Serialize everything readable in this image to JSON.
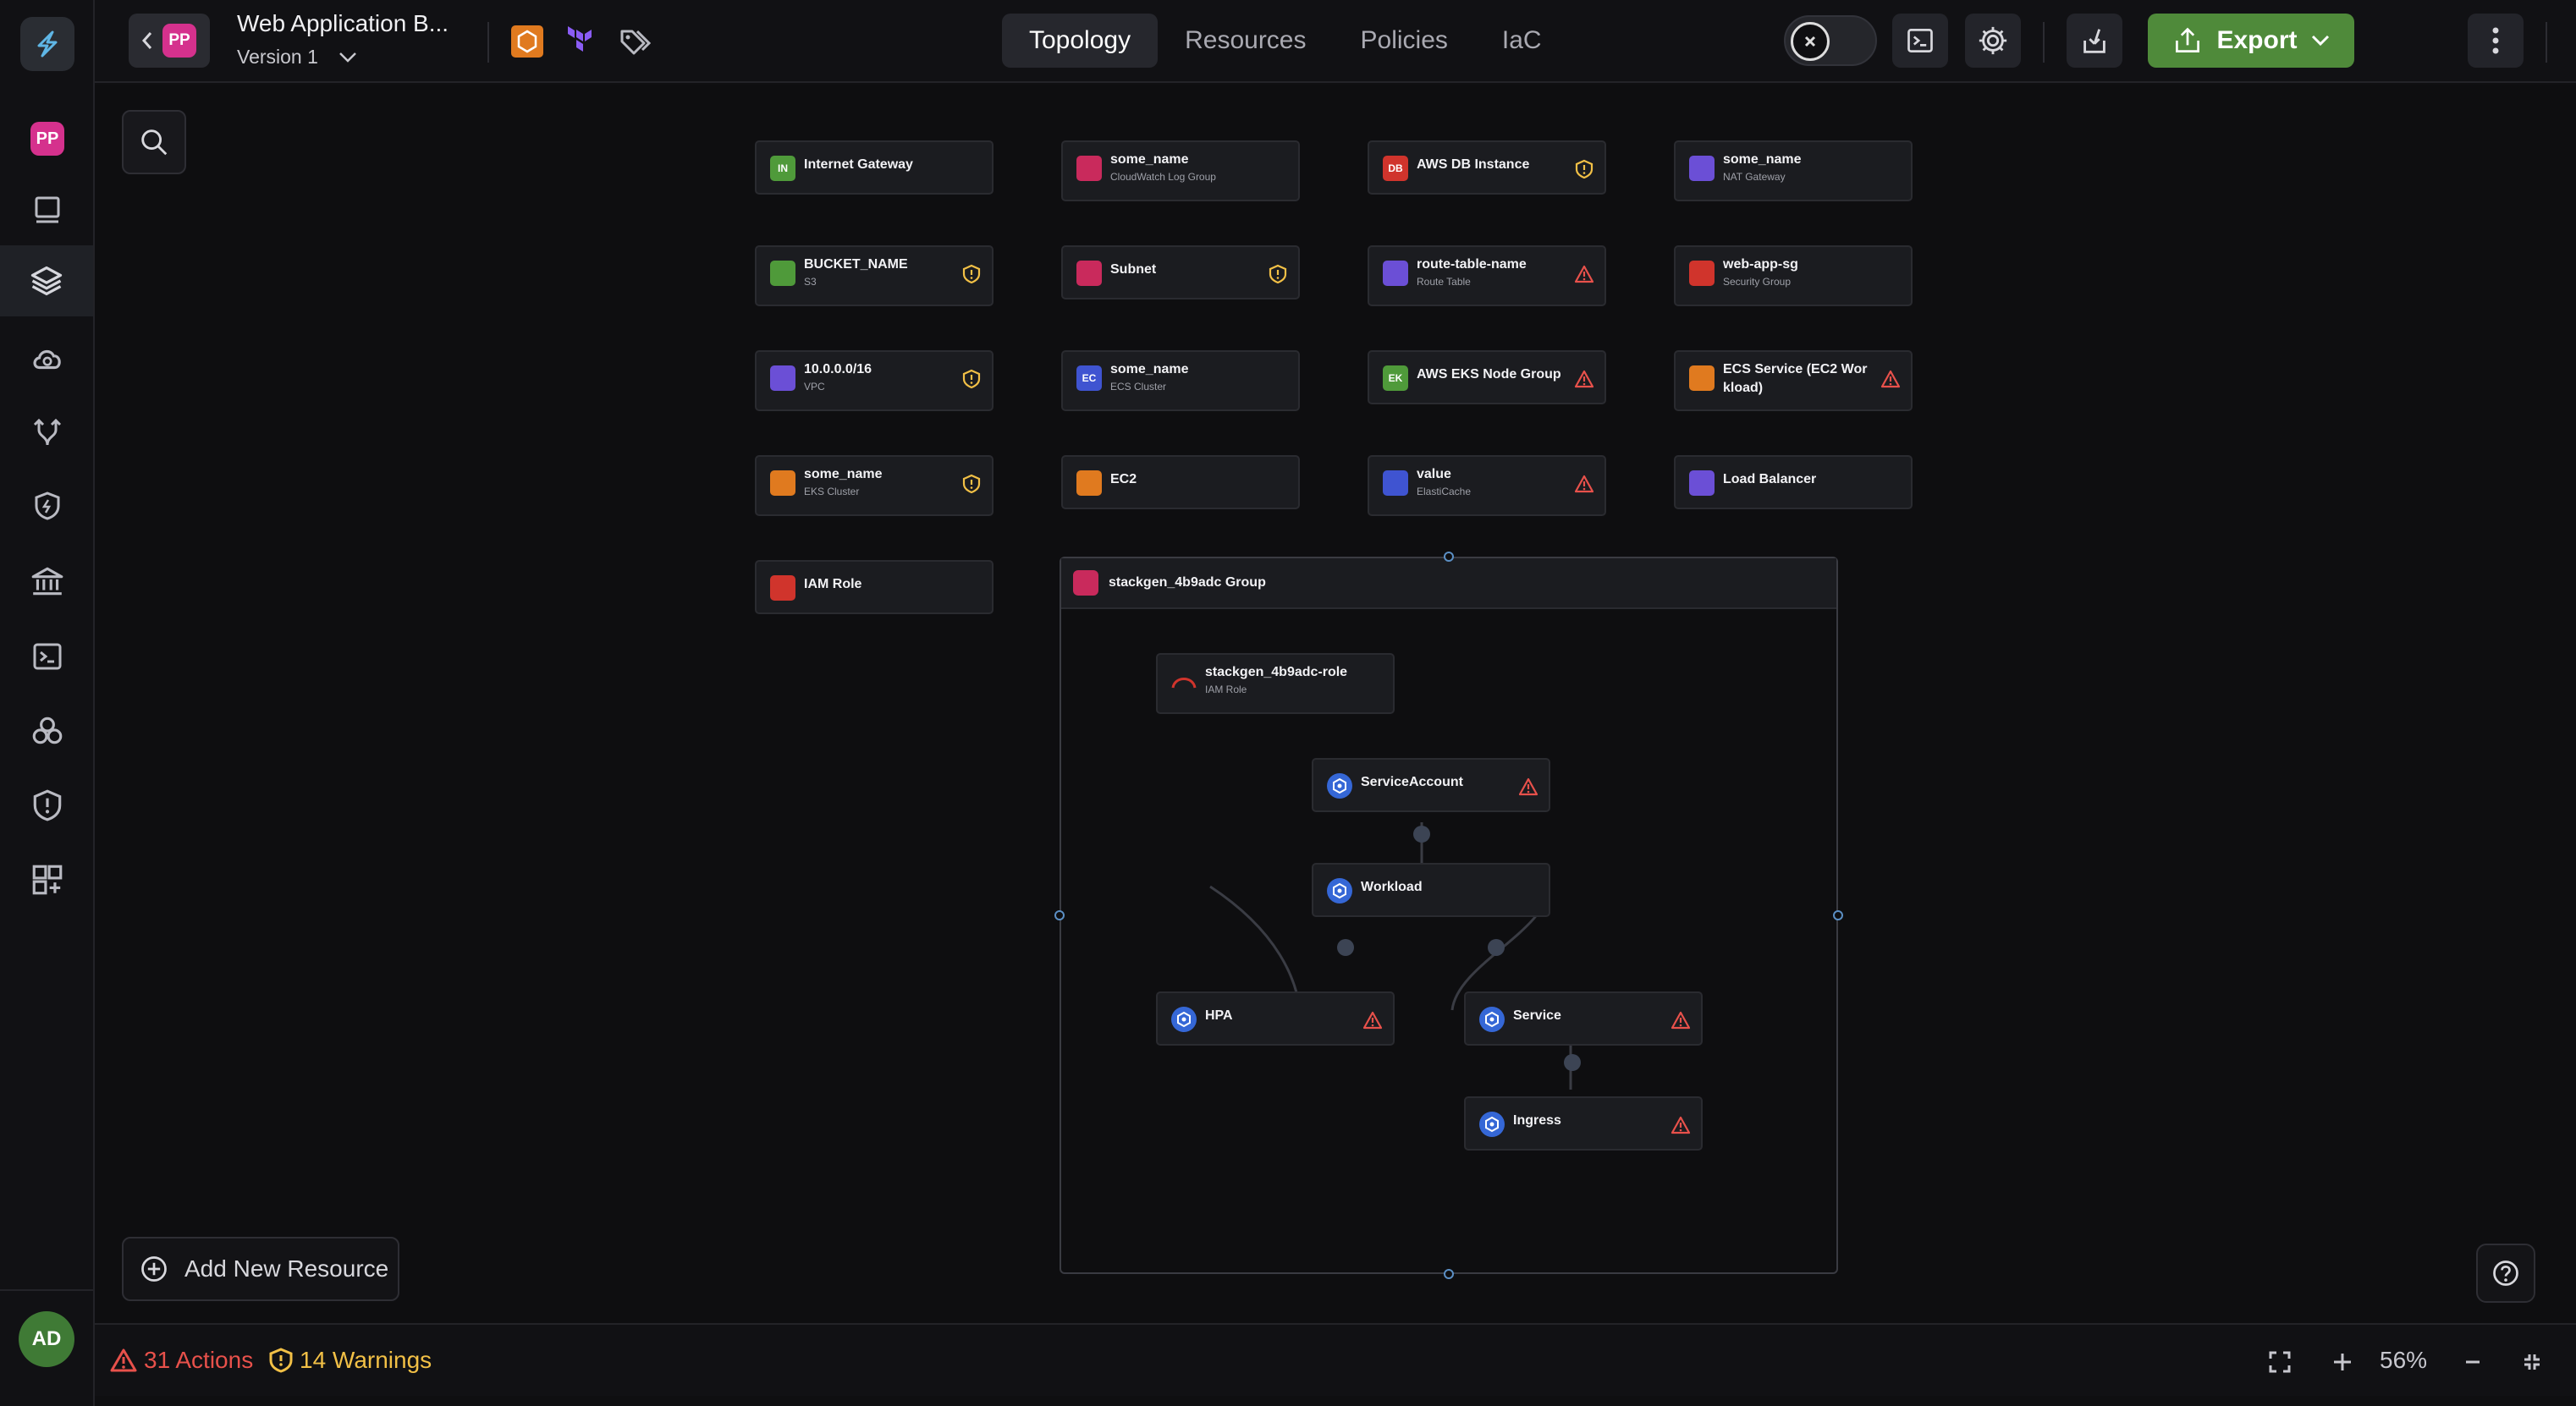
{
  "rail": {
    "logo": "stackgen-logo-icon",
    "project_badge": "PP",
    "items": [
      {
        "icon": "blueprint-icon"
      },
      {
        "icon": "layers-icon"
      },
      {
        "icon": "cloud-icon"
      },
      {
        "icon": "branch-icon"
      },
      {
        "icon": "policy-shield-icon"
      },
      {
        "icon": "bank-icon"
      },
      {
        "icon": "terminal-icon"
      },
      {
        "icon": "modules-icon"
      },
      {
        "icon": "shield-alert-icon"
      },
      {
        "icon": "add-grid-icon"
      }
    ],
    "avatar": "AD"
  },
  "header": {
    "back_badge": "PP",
    "project_title": "Web Application B...",
    "version_label": "Version 1",
    "tabs": [
      {
        "label": "Topology",
        "active": true
      },
      {
        "label": "Resources",
        "active": false
      },
      {
        "label": "Policies",
        "active": false
      },
      {
        "label": "IaC",
        "active": false
      }
    ],
    "export_label": "Export"
  },
  "canvas": {
    "add_resource_label": "Add New Resource",
    "nodes": [
      {
        "id": "internet-gateway",
        "name": "Internet Gateway",
        "sub": "",
        "icon_text": "IN",
        "icon_color": "#4f9a3a",
        "status": "none"
      },
      {
        "id": "cloudwatch-log-group",
        "name": "some_name",
        "sub": "CloudWatch Log Group",
        "icon_text": "",
        "icon_color": "#c92a5c",
        "status": "none"
      },
      {
        "id": "aws-db-instance",
        "name": "AWS DB Instance",
        "sub": "",
        "icon_text": "DB",
        "icon_color": "#d0342c",
        "status": "warning"
      },
      {
        "id": "nat-gateway",
        "name": "some_name",
        "sub": "NAT Gateway",
        "icon_text": "",
        "icon_color": "#6b4fd6",
        "status": "none"
      },
      {
        "id": "s3-bucket",
        "name": "BUCKET_NAME",
        "sub": "S3",
        "icon_text": "",
        "icon_color": "#4f9a3a",
        "status": "warning"
      },
      {
        "id": "subnet",
        "name": "Subnet",
        "sub": "",
        "icon_text": "",
        "icon_color": "#c92a5c",
        "status": "warning"
      },
      {
        "id": "route-table",
        "name": "route-table-name",
        "sub": "Route Table",
        "icon_text": "",
        "icon_color": "#6b4fd6",
        "status": "action"
      },
      {
        "id": "security-group",
        "name": "web-app-sg",
        "sub": "Security Group",
        "icon_text": "",
        "icon_color": "#d0342c",
        "status": "none"
      },
      {
        "id": "vpc",
        "name": "10.0.0.0/16",
        "sub": "VPC",
        "icon_text": "",
        "icon_color": "#6b4fd6",
        "status": "warning"
      },
      {
        "id": "ecs-cluster",
        "name": "some_name",
        "sub": "ECS Cluster",
        "icon_text": "EC",
        "icon_color": "#3f54d1",
        "status": "none"
      },
      {
        "id": "eks-node-group",
        "name": "AWS EKS Node Group",
        "sub": "",
        "icon_text": "EK",
        "icon_color": "#4f9a3a",
        "status": "action"
      },
      {
        "id": "ecs-service",
        "name": "ECS Service (EC2 Wor",
        "name2": "kload)",
        "sub": "",
        "icon_text": "",
        "icon_color": "#e07a1f",
        "status": "action"
      },
      {
        "id": "eks-cluster",
        "name": "some_name",
        "sub": "EKS Cluster",
        "icon_text": "",
        "icon_color": "#e07a1f",
        "status": "warning"
      },
      {
        "id": "ec2",
        "name": "EC2",
        "sub": "",
        "icon_text": "",
        "icon_color": "#e07a1f",
        "status": "none"
      },
      {
        "id": "elasticache",
        "name": "value",
        "sub": "ElastiCache",
        "icon_text": "",
        "icon_color": "#3f54d1",
        "status": "action"
      },
      {
        "id": "load-balancer",
        "name": "Load Balancer",
        "sub": "",
        "icon_text": "",
        "icon_color": "#6b4fd6",
        "status": "none"
      },
      {
        "id": "iam-role",
        "name": "IAM Role",
        "sub": "",
        "icon_text": "",
        "icon_color": "#d0342c",
        "status": "none"
      }
    ],
    "group": {
      "title": "stackgen_4b9adc Group",
      "nodes": [
        {
          "id": "group-iam-role",
          "name": "stackgen_4b9adc-role",
          "sub": "IAM Role",
          "status": "none"
        },
        {
          "id": "service-account",
          "name": "ServiceAccount",
          "sub": "",
          "status": "action"
        },
        {
          "id": "workload",
          "name": "Workload",
          "sub": "",
          "status": "none"
        },
        {
          "id": "hpa",
          "name": "HPA",
          "sub": "",
          "status": "action"
        },
        {
          "id": "service",
          "name": "Service",
          "sub": "",
          "status": "action"
        },
        {
          "id": "ingress",
          "name": "Ingress",
          "sub": "",
          "status": "action"
        }
      ]
    }
  },
  "footer": {
    "actions_label": "31 Actions",
    "warnings_label": "14 Warnings",
    "zoom_level": "56%"
  },
  "colors": {
    "accent_green": "#4f8a3a",
    "action_red": "#e8514b",
    "warning_yellow": "#f2c046",
    "k8s_blue": "#3567d6"
  }
}
